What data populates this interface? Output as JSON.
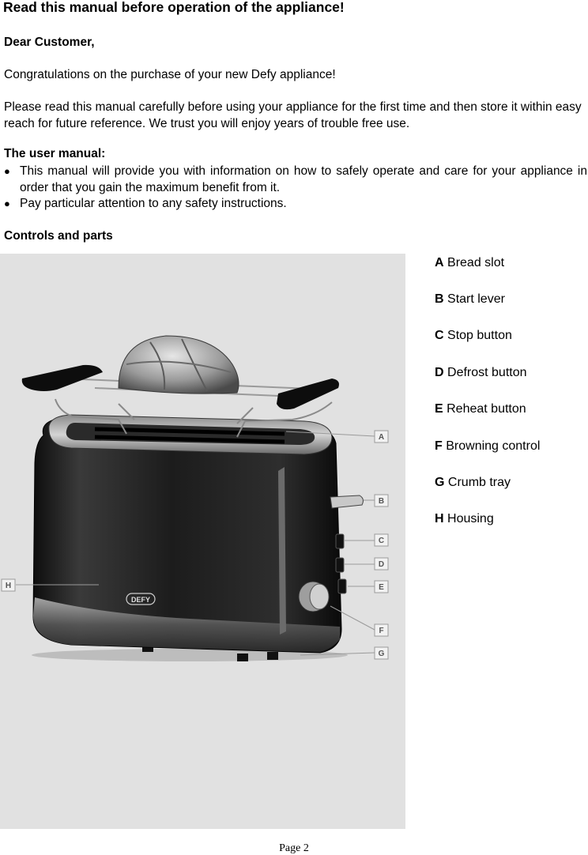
{
  "heading": "Read this manual before operation of the appliance!",
  "greeting": "Dear Customer,",
  "congrats": "Congratulations on the purchase of your new Defy appliance!",
  "intro": "Please read this manual carefully before using your appliance for the first time and then store it within easy reach for future reference.  We trust you will enjoy years of trouble free use.",
  "user_manual": {
    "heading": "The user manual:",
    "bullets": [
      "This manual will provide you with information on how to safely operate and care for your appliance in  order that you gain the maximum benefit from it.",
      "Pay particular attention to any safety instructions."
    ]
  },
  "controls_heading": "Controls and parts",
  "parts": [
    {
      "letter": "A",
      "label": "Bread slot"
    },
    {
      "letter": "B",
      "label": "Start lever"
    },
    {
      "letter": "C",
      "label": "Stop button"
    },
    {
      "letter": "D",
      "label": "Defrost button"
    },
    {
      "letter": "E",
      "label": "Reheat button"
    },
    {
      "letter": "F",
      "label": "Browning control"
    },
    {
      "letter": "G",
      "label": "Crumb tray"
    },
    {
      "letter": "H",
      "label": "Housing"
    }
  ],
  "figure": {
    "brand_logo": "DEFY",
    "callouts": [
      "A",
      "B",
      "C",
      "D",
      "E",
      "F",
      "G",
      "H"
    ]
  },
  "footer": "Page 2"
}
